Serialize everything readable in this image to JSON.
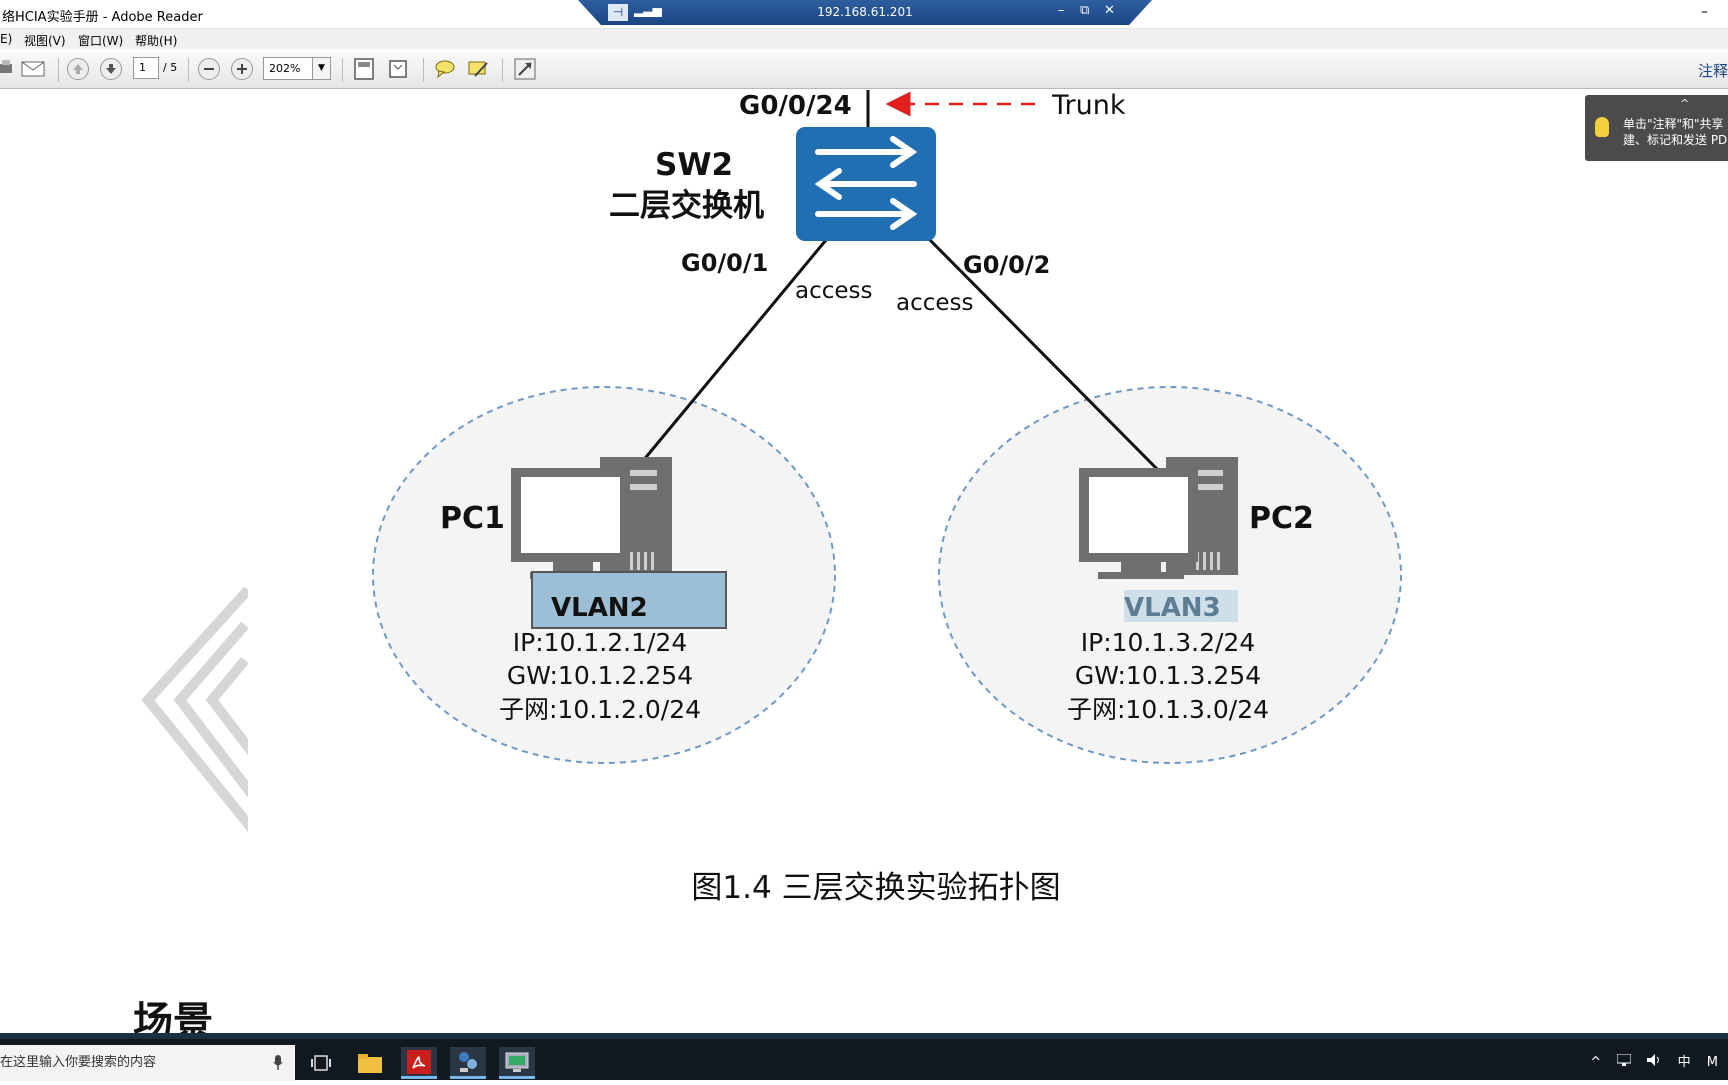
{
  "window": {
    "title": "络HCIA实验手册 - Adobe Reader",
    "minimize": "–"
  },
  "rdp": {
    "pin": "⊣",
    "signal": "▂▃▅",
    "ip": "192.168.61.201",
    "min": "–",
    "restore": "⧉",
    "close": "✕"
  },
  "menu": {
    "edit": "E)",
    "view": "视图(V)",
    "window": "窗口(W)",
    "help": "帮助(H)"
  },
  "toolbar": {
    "page_current": "1",
    "page_total": "/ 5",
    "zoom": "202%",
    "zoom_arrow": "▼",
    "right_label": "注释"
  },
  "tooltip": {
    "line1": "单击\"注释\"和\"共享",
    "line2": "建、标记和发送 PD",
    "caret": "^"
  },
  "diagram": {
    "port_top": "G0/0/24",
    "trunk": "Trunk",
    "switch_name": "SW2",
    "switch_type": "二层交换机",
    "port_left": "G0/0/1",
    "port_right": "G0/0/2",
    "access_left": "access",
    "access_right": "access",
    "pc1": {
      "name": "PC1",
      "vlan": "VLAN2",
      "ip": "IP:10.1.2.1/24",
      "gw": "GW:10.1.2.254",
      "subnet": "子网:10.1.2.0/24"
    },
    "pc2": {
      "name": "PC2",
      "vlan": "VLAN3",
      "ip": "IP:10.1.3.2/24",
      "gw": "GW:10.1.3.254",
      "subnet": "子网:10.1.3.0/24"
    },
    "caption": "图1.4  三层交换实验拓扑图",
    "section_heading": "场景"
  },
  "taskbar": {
    "search_placeholder": "在这里输入你要搜索的内容",
    "mic": "🎤",
    "tray_chevron": "^",
    "tray_ime": "中",
    "tray_extra": "M"
  },
  "colors": {
    "switch_blue": "#1f6fb2",
    "vlan_highlight": "#9dbfd6",
    "ellipse_dash": "#6f98c6",
    "trunk_arrow": "#e0201f",
    "taskbar": "#101820"
  }
}
